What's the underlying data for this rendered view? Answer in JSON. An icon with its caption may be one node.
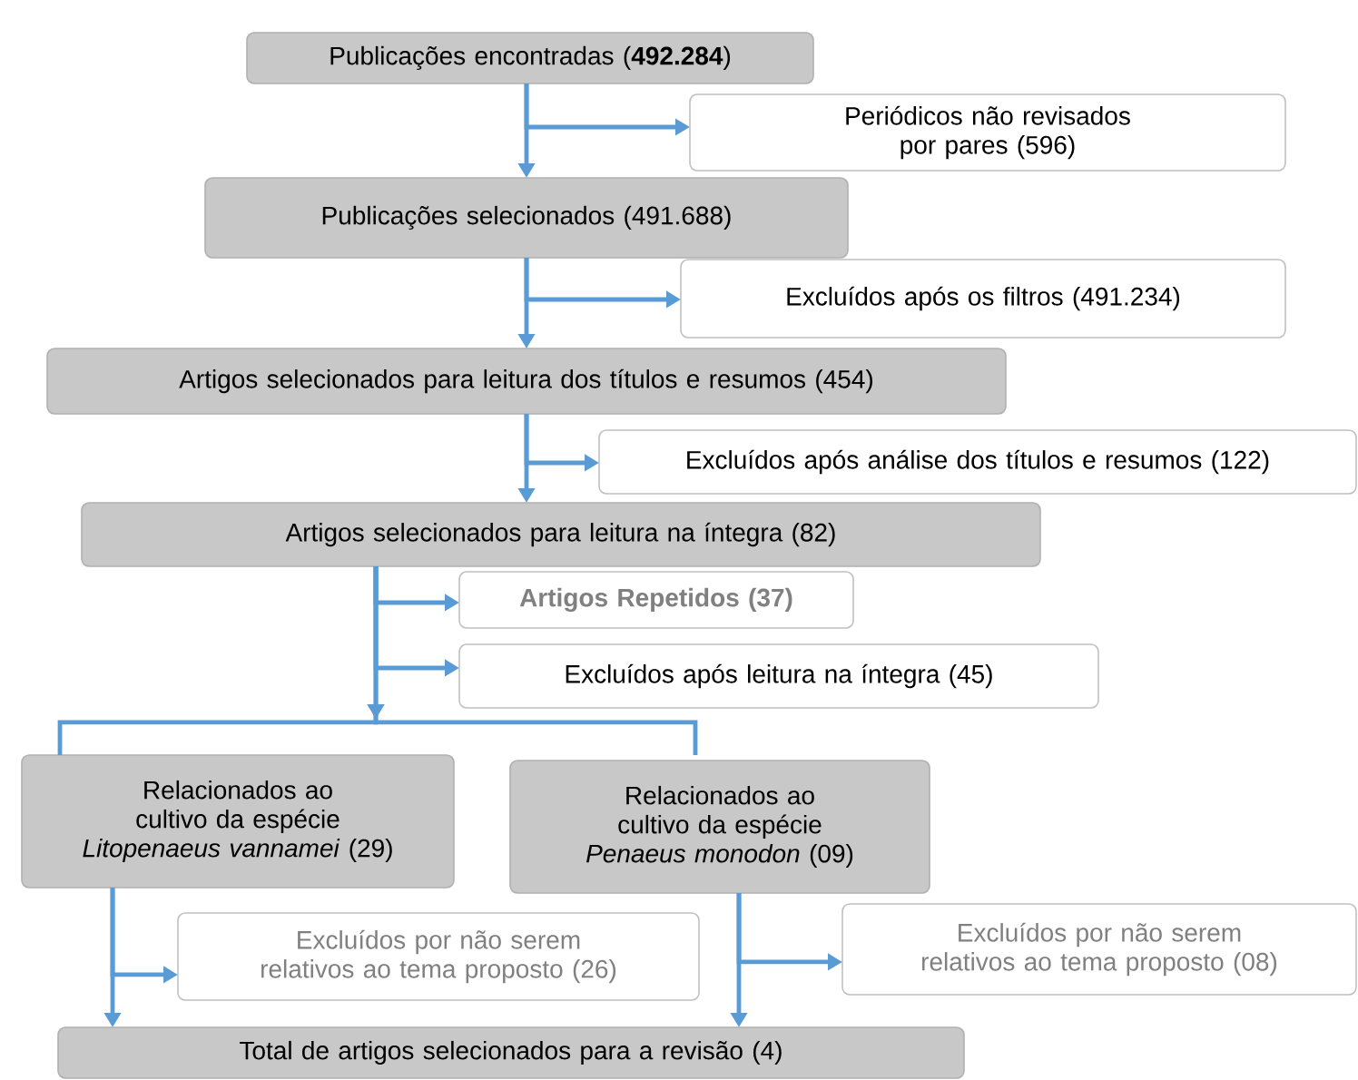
{
  "diagram": {
    "nodes": [
      {
        "text": [
          "Publicações encontradas (**492.284**)"
        ]
      },
      {
        "text": [
          "Periódicos não revisados por pares (596)"
        ]
      },
      {
        "text": [
          "Publicações selecionados (491.688)"
        ]
      },
      {
        "text": [
          "Excluídos após os filtros (491.234)"
        ]
      },
      {
        "text": [
          "Artigos selecionados para leitura dos títulos e resumos (454)"
        ]
      },
      {
        "text": [
          "Excluídos após análise dos títulos e resumos (122)"
        ]
      },
      {
        "text": [
          "Artigos selecionados para leitura na íntegra  (82)"
        ]
      },
      {
        "text": [
          "Artigos Repetidos (37)"
        ]
      },
      {
        "text": [
          "Excluídos após leitura na íntegra (45)"
        ]
      },
      {
        "text": [
          "Relacionados ao cultivo da espécie *Litopenaeus vannamei* (29)"
        ]
      },
      {
        "text": [
          "Relacionados ao cultivo da espécie *Penaeus monodon* (09)"
        ]
      },
      {
        "text": [
          "Excluídos por não serem relativos ao tema proposto (26)"
        ]
      },
      {
        "text": [
          "Excluídos por não serem relativos ao tema proposto (08)"
        ]
      },
      {
        "text": [
          "Total de artigos selecionados para a revisão (4)"
        ]
      }
    ],
    "edges": [
      {
        "from": 0,
        "to": 1,
        "arrow": "to"
      },
      {
        "from": 0,
        "to": 2,
        "arrow": "to"
      },
      {
        "from": 2,
        "to": 3,
        "arrow": "to"
      },
      {
        "from": 2,
        "to": 4,
        "arrow": "to"
      },
      {
        "from": 4,
        "to": 5,
        "arrow": "to"
      },
      {
        "from": 4,
        "to": 6,
        "arrow": "to"
      },
      {
        "from": 6,
        "to": 7,
        "arrow": "to"
      },
      {
        "from": 6,
        "to": 8,
        "arrow": "to"
      },
      {
        "from": 6,
        "to": 9,
        "arrow": "to"
      },
      {
        "from": 6,
        "to": 10,
        "arrow": "to"
      },
      {
        "from": 9,
        "to": 11,
        "arrow": "to"
      },
      {
        "from": 9,
        "to": 13,
        "arrow": "to"
      },
      {
        "from": 10,
        "to": 12,
        "arrow": "to"
      },
      {
        "from": 10,
        "to": 13,
        "arrow": "to"
      }
    ]
  }
}
